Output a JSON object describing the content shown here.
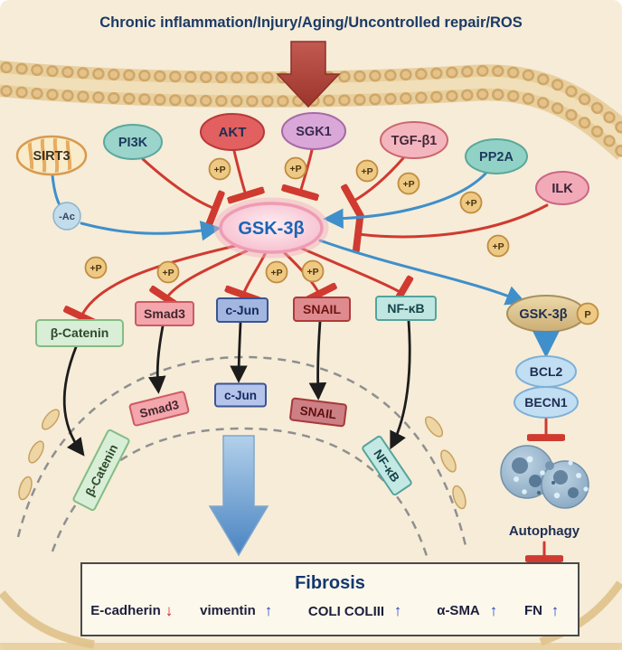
{
  "title": "Chronic inflammation/Injury/Aging/Uncontrolled repair/ROS",
  "labels": {
    "plus_p": "+P",
    "minus_ac": "-Ac",
    "p": "P"
  },
  "upstream": {
    "sirt3": "SIRT3",
    "pi3k": "PI3K",
    "akt": "AKT",
    "sgk1": "SGK1",
    "tgfb1": "TGF-β1",
    "pp2a": "PP2A",
    "ilk": "ILK"
  },
  "central": {
    "gsk3b": "GSK-3β"
  },
  "cytoplasm_targets": {
    "b_catenin": "β-Catenin",
    "smad3": "Smad3",
    "c_jun": "c-Jun",
    "snail": "SNAIL",
    "nf_kb": "NF-κB"
  },
  "nucleus_targets": {
    "b_catenin": "β-Catenin",
    "smad3": "Smad3",
    "c_jun": "c-Jun",
    "snail": "SNAIL",
    "nf_kb": "NF-κB"
  },
  "autophagy_pathway": {
    "gsk3b_p": "GSK-3β",
    "bcl2": "BCL2",
    "becn1": "BECN1",
    "autophagy": "Autophagy"
  },
  "fibrosis": {
    "title": "Fibrosis",
    "markers": [
      {
        "label": "E-cadherin",
        "arrow": "↓"
      },
      {
        "label": "vimentin",
        "arrow": "↑"
      },
      {
        "label": "COLI  COLIII",
        "arrow": "↑"
      },
      {
        "label": "α-SMA",
        "arrow": "↑"
      },
      {
        "label": "FN",
        "arrow": "↑"
      }
    ]
  },
  "colors": {
    "background": "#f6ecd8",
    "inhibit_red": "#d03a30",
    "activate_blue": "#3f8fca",
    "navy": "#16386b"
  }
}
